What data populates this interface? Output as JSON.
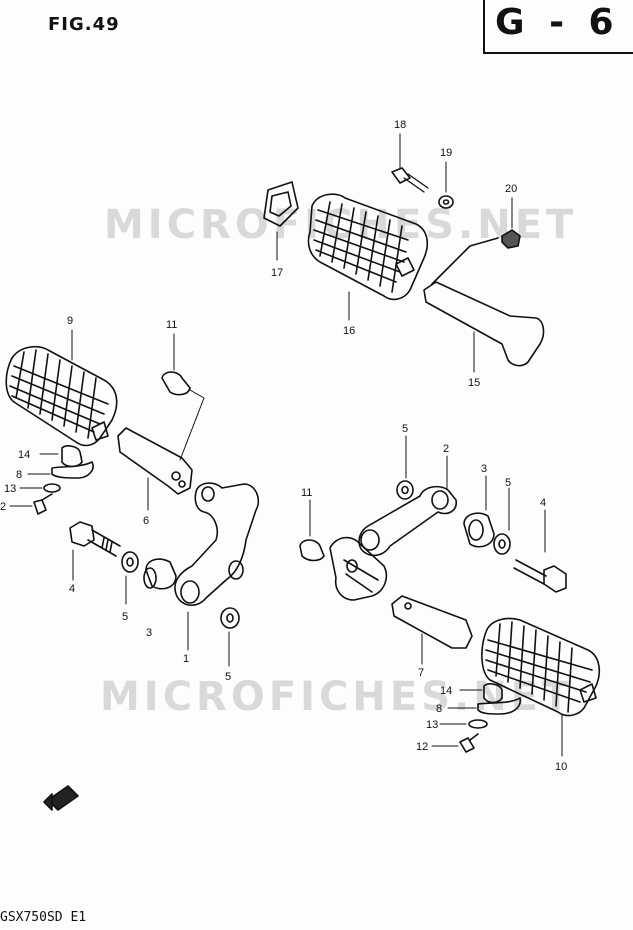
{
  "header": {
    "figure_label": "FIG.49",
    "section_code": "G - 6"
  },
  "watermark": "MICROFICHES.NET",
  "footer": {
    "model_code": "GSX750SD E1"
  },
  "callouts": [
    "1",
    "2",
    "3",
    "4",
    "5",
    "6",
    "7",
    "8",
    "9",
    "10",
    "11",
    "12",
    "13",
    "14",
    "15",
    "16",
    "17",
    "18",
    "19",
    "20"
  ],
  "colors": {
    "ink": "#111111",
    "paper": "#fdfdfb",
    "watermark": "#d9d9d9"
  },
  "icons": {
    "direction_arrow": "front-arrow-icon"
  }
}
